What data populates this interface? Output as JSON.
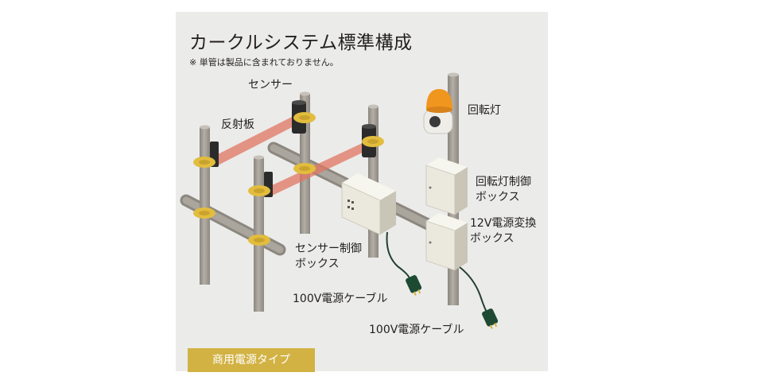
{
  "title": "カークルシステム標準構成",
  "note": "※ 単管は製品に含まれておりません。",
  "labels": {
    "sensor": "センサー",
    "reflector": "反射板",
    "revolving_light": "回転灯",
    "revolving_light_box": [
      "回転灯制御",
      "ボックス"
    ],
    "power_12v_box": [
      "12V電源変換",
      "ボックス"
    ],
    "sensor_box": [
      "センサー制御",
      "ボックス"
    ],
    "cable_left": "100V電源ケーブル",
    "cable_right": "100V電源ケーブル"
  },
  "badge": "商用電源タイプ",
  "colors": {
    "panel_bg": "#ebebea",
    "pipe": "#a7a29b",
    "clamp": "#e2bd3e",
    "beam": "#e07560",
    "light": "#f0961e",
    "box": "#ebe9de",
    "badge": "#d2b243"
  }
}
